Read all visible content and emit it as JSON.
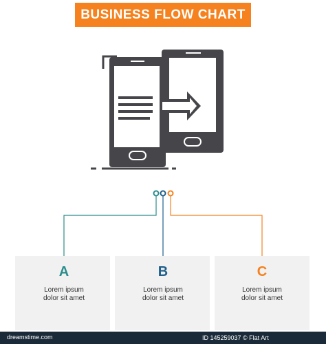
{
  "header": {
    "title": "BUSINESS FLOW CHART"
  },
  "colors": {
    "accent_orange": "#f5821f",
    "teal": "#2a8c8c",
    "blue": "#1f5f8b",
    "icon": "#45454a",
    "panel_bg": "#f1f1f1",
    "footer_bg": "#1a2a38"
  },
  "hero_icon": "phone-transfer-icon",
  "steps": [
    {
      "letter": "A",
      "line1": "Lorem ipsum",
      "line2": "dolor sit amet",
      "color": "#2a8c8c"
    },
    {
      "letter": "B",
      "line1": "Lorem ipsum",
      "line2": "dolor sit amet",
      "color": "#1f5f8b"
    },
    {
      "letter": "C",
      "line1": "Lorem ipsum",
      "line2": "dolor sit amet",
      "color": "#f5821f"
    }
  ],
  "footer": {
    "logo": "dreamstime.com",
    "id_text": "ID 145259037 © Flat Art"
  }
}
